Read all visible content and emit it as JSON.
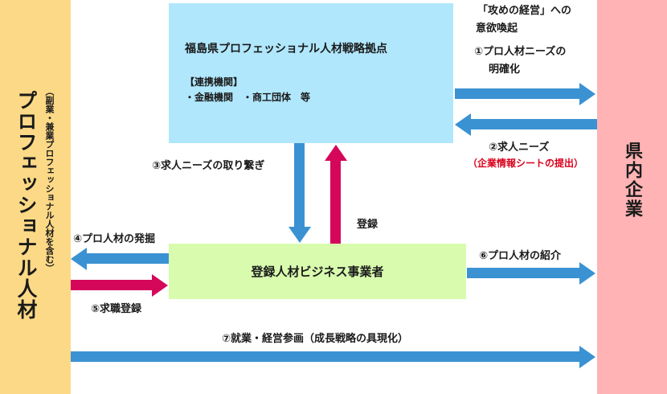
{
  "left_column": {
    "title": "プロフェッショナル人材",
    "subtitle": "（副業・兼業プロフェッショナル人材を含む）"
  },
  "right_column": {
    "title": "県内企業"
  },
  "hub": {
    "title": "福島県プロフェッショナル人材戦略拠点",
    "partners_heading": "【連携機関】",
    "partners": "・金融機関　・商工団体　等"
  },
  "business": {
    "title": "登録人材ビジネス事業者"
  },
  "labels": {
    "motivation_line1": "「攻めの経営」への",
    "motivation_line2": "意欲喚起",
    "step1_line1": "①プロ人材ニーズの",
    "step1_line2": "明確化",
    "step2": "②求人ニーズ",
    "step2_note": "（企業情報シートの提出）",
    "step3": "③求人ニーズの取り繋ぎ",
    "register": "登録",
    "step4": "④プロ人材の発掘",
    "step5": "⑤求職登録",
    "step6": "⑥プロ人材の紹介",
    "step7": "⑦就業・経営参画（成長戦略の具現化）"
  },
  "colors": {
    "left_column": "#fcd986",
    "right_column": "#ffb3b5",
    "hub_box": "#b0e7fc",
    "business_box": "#d8fbae",
    "blue_arrow": "#3a92d3",
    "red_arrow": "#d5075b",
    "red_text": "#d9001b"
  }
}
